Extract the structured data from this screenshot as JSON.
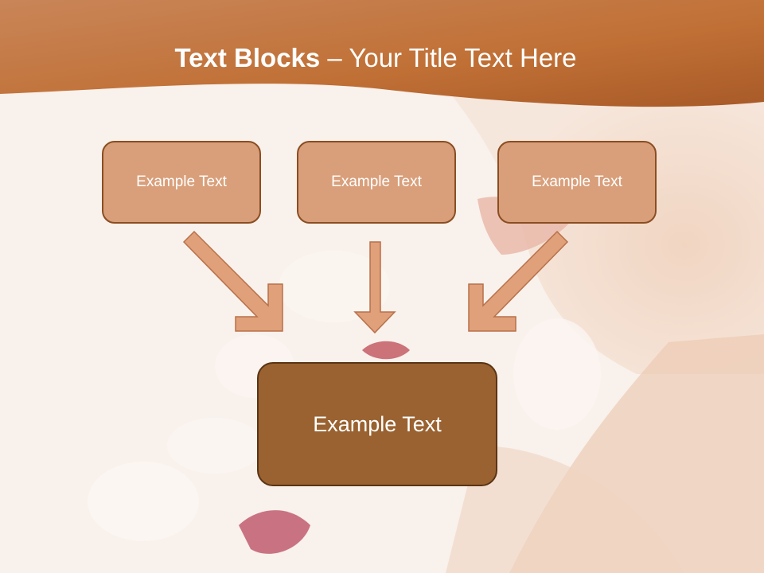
{
  "slide": {
    "title_bold": "Text Blocks",
    "title_dash": " – ",
    "title_rest": "Your Title Text Here"
  },
  "blocks": {
    "top": [
      {
        "label": "Example Text"
      },
      {
        "label": "Example Text"
      },
      {
        "label": "Example Text"
      }
    ],
    "bottom": {
      "label": "Example Text"
    }
  },
  "colors": {
    "header_band": "#c4733c",
    "background": "#f8efe9",
    "small_box_fill": "#d99f7a",
    "small_box_border": "#8a4e22",
    "big_box_fill": "#9a6230",
    "arrow_fill": "#dfa07a"
  }
}
